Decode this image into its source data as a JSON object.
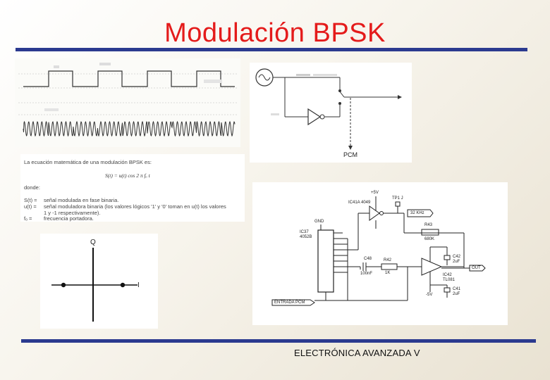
{
  "slide": {
    "title": "Modulación BPSK",
    "footer": "ELECTRÓNICA AVANZADA V",
    "accent_color": "#e41b1b",
    "rule_color": "#2b3a8f"
  },
  "switch_diagram": {
    "label": "PCM",
    "icons": [
      "sine-source-icon",
      "inverter-icon",
      "switch-icon"
    ]
  },
  "equation_panel": {
    "intro": "La ecuación matemática de una modulación BPSK es:",
    "formula": "S(t) = u(t) cos 2 π fₒ t",
    "where": "donde:",
    "definitions": [
      {
        "term": "S(t) =",
        "text": "señal modulada en fase binaria."
      },
      {
        "term": "u(t) =",
        "text": "señal moduladora binaria (los valores lógicos '1' y '0' toman en u(t) los valores"
      },
      {
        "term": "",
        "text": "1 y -1 respectivamente)."
      },
      {
        "term": "fₒ =",
        "text": "frecuencia portadora."
      }
    ]
  },
  "constellation": {
    "q_label": "Q",
    "i_label": "I",
    "points": [
      -1,
      1
    ]
  },
  "circuit": {
    "labels": {
      "ic_inverter": "IC41A 4049",
      "tp": "TP1 J",
      "clock": "32 KHz",
      "ic37_a": "IC37",
      "ic37_b": "4052B",
      "r43": "R43",
      "r43_value": "680K",
      "r42": "R42",
      "r42_value": "1K",
      "c48": "C48",
      "c48_value": "100nF",
      "c42": "C42",
      "c42_value": "2uF",
      "c41": "C41",
      "c41_value": "2uF",
      "ic42_a": "IC42",
      "ic42_b": "TL081",
      "out": "OUT",
      "input": "ENTRADA PCM",
      "gnd": "GND",
      "vplus": "+5V",
      "vminus": "-5V"
    }
  }
}
